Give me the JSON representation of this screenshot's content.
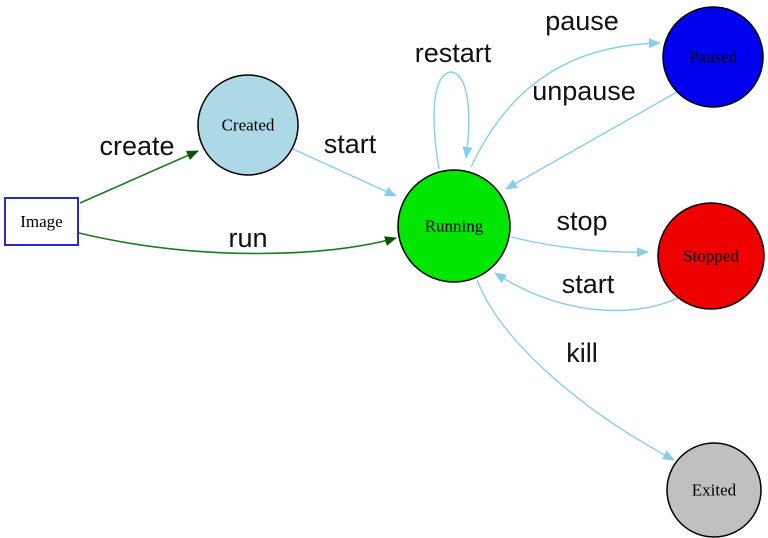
{
  "diagram": {
    "type": "state-diagram",
    "background": "#ffffff",
    "colors": {
      "edge_blue": "#87ceeb",
      "edge_green": "#1f7a1f",
      "green_arrowhead": "#0a520a",
      "node_border": "#000000",
      "image_box_border": "#2929cc",
      "label_text": "#111111"
    },
    "nodes": [
      {
        "id": "image",
        "label": "Image",
        "shape": "rect",
        "fill": "#ffffff",
        "border": "#2929cc"
      },
      {
        "id": "created",
        "label": "Created",
        "shape": "circle",
        "fill": "#add8e6",
        "border": "#000000"
      },
      {
        "id": "running",
        "label": "Running",
        "shape": "circle",
        "fill": "#00e600",
        "border": "#000000"
      },
      {
        "id": "paused",
        "label": "Paused",
        "shape": "circle",
        "fill": "#0000ee",
        "border": "#000000"
      },
      {
        "id": "stopped",
        "label": "Stopped",
        "shape": "circle",
        "fill": "#ee0000",
        "border": "#000000"
      },
      {
        "id": "exited",
        "label": "Exited",
        "shape": "circle",
        "fill": "#c0c0c0",
        "border": "#000000"
      }
    ],
    "edges": [
      {
        "label": "create",
        "from": "image",
        "to": "created",
        "color": "#1f7a1f"
      },
      {
        "label": "run",
        "from": "image",
        "to": "running",
        "color": "#1f7a1f"
      },
      {
        "label": "start",
        "from": "created",
        "to": "running",
        "color": "#87ceeb"
      },
      {
        "label": "restart",
        "from": "running",
        "to": "running",
        "color": "#87ceeb"
      },
      {
        "label": "pause",
        "from": "running",
        "to": "paused",
        "color": "#87ceeb"
      },
      {
        "label": "unpause",
        "from": "paused",
        "to": "running",
        "color": "#87ceeb"
      },
      {
        "label": "stop",
        "from": "running",
        "to": "stopped",
        "color": "#87ceeb"
      },
      {
        "label": "start",
        "from": "stopped",
        "to": "running",
        "color": "#87ceeb"
      },
      {
        "label": "kill",
        "from": "running",
        "to": "exited",
        "color": "#87ceeb"
      }
    ]
  }
}
